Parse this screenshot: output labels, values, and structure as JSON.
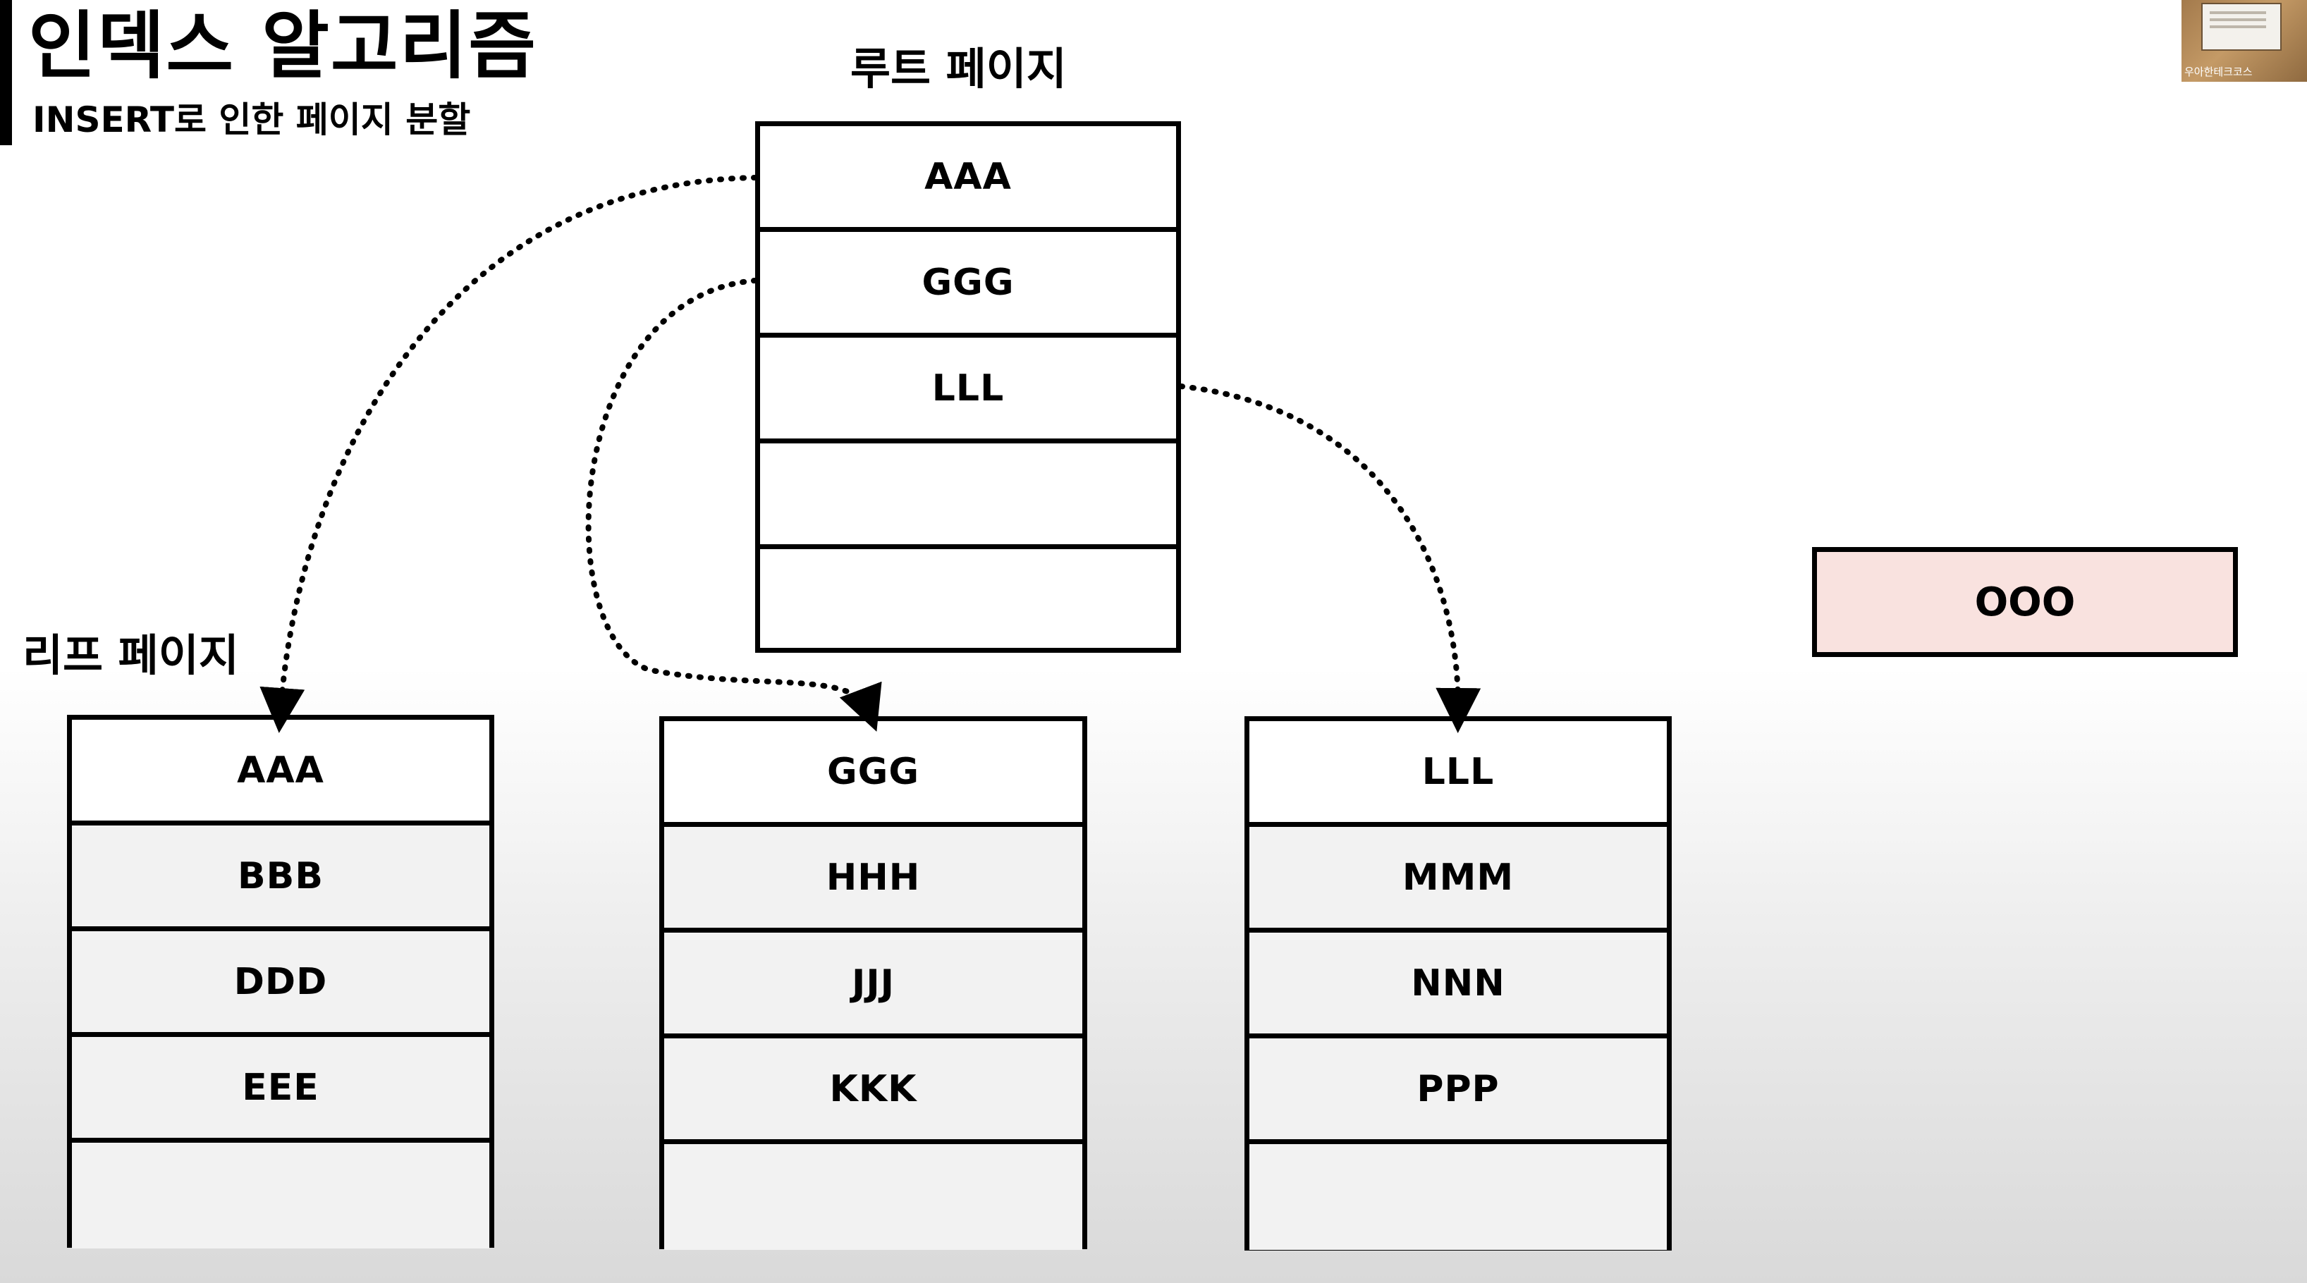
{
  "slide": {
    "title": "인덱스 알고리즘",
    "subtitle": "INSERT로 인한 페이지 분할"
  },
  "root": {
    "label": "루트 페이지",
    "keys": [
      "AAA",
      "GGG",
      "LLL",
      "",
      ""
    ]
  },
  "leaves": {
    "label": "리프 페이지",
    "pages": [
      {
        "keys": [
          "AAA",
          "BBB",
          "DDD",
          "EEE",
          ""
        ]
      },
      {
        "keys": [
          "GGG",
          "HHH",
          "JJJ",
          "KKK",
          ""
        ]
      },
      {
        "keys": [
          "LLL",
          "MMM",
          "NNN",
          "PPP",
          ""
        ]
      }
    ]
  },
  "new_key": "OOO",
  "webcam": {
    "label": "우아한테크코스"
  },
  "colors": {
    "new_key_fill": "#f9e2df",
    "border": "#000000",
    "arrow": "#000000"
  }
}
